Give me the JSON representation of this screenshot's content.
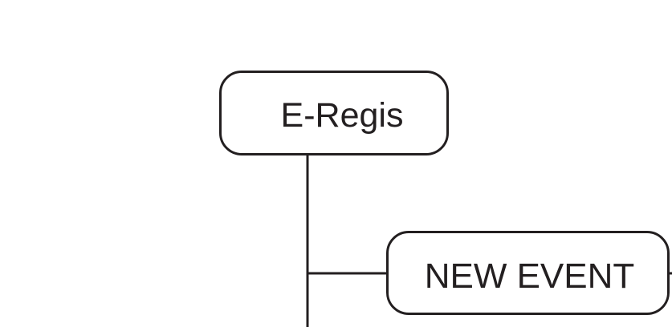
{
  "diagram": {
    "nodes": [
      {
        "id": "root",
        "label": "E-Regis"
      },
      {
        "id": "new_event",
        "label": "NEW EVENT"
      }
    ],
    "edges": [
      {
        "from": "root",
        "to": "new_event"
      }
    ],
    "colors": {
      "stroke": "#231f20",
      "fill": "#ffffff",
      "background": "#ffffff"
    }
  }
}
